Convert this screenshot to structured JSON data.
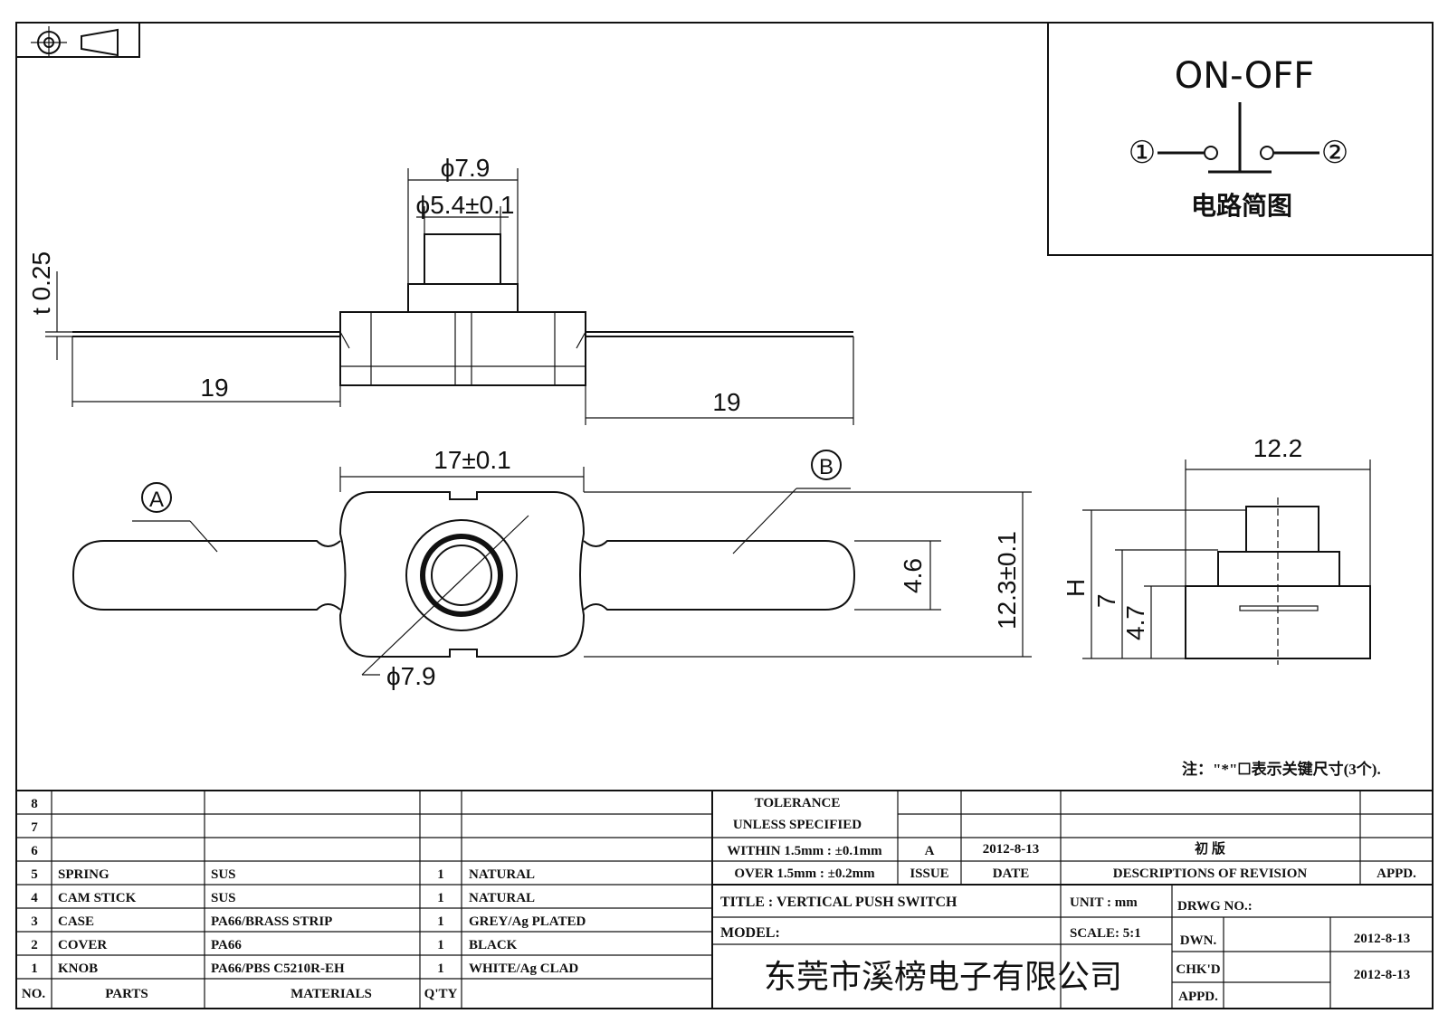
{
  "schematic": {
    "title": "ON-OFF",
    "pin1": "①",
    "pin2": "②",
    "caption": "电路简图"
  },
  "dims": {
    "phi79_top": "ϕ7.9",
    "phi54": "ϕ5.4±0.1",
    "t025": "t 0.25",
    "len_left": "19",
    "len_right": "19",
    "w17": "17±0.1",
    "h46": "4.6",
    "h123": "12.3±0.1",
    "phi79_bottom": "ϕ7.9",
    "w122": "12.2",
    "H": "H",
    "h7": "7",
    "h47": "4.7",
    "callout_a": "A",
    "callout_b": "B"
  },
  "note": "注：\"*\"☐表示关键尺寸(3个).",
  "parts": {
    "rows": [
      {
        "no": "8",
        "part": "",
        "material": "",
        "qty": "",
        "finish": ""
      },
      {
        "no": "7",
        "part": "",
        "material": "",
        "qty": "",
        "finish": ""
      },
      {
        "no": "6",
        "part": "",
        "material": "",
        "qty": "",
        "finish": ""
      },
      {
        "no": "5",
        "part": "SPRING",
        "material": "SUS",
        "qty": "1",
        "finish": "NATURAL"
      },
      {
        "no": "4",
        "part": "CAM STICK",
        "material": "SUS",
        "qty": "1",
        "finish": "NATURAL"
      },
      {
        "no": "3",
        "part": "CASE",
        "material": "PA66/BRASS STRIP",
        "qty": "1",
        "finish": "GREY/Ag PLATED"
      },
      {
        "no": "2",
        "part": "COVER",
        "material": "PA66",
        "qty": "1",
        "finish": "BLACK"
      },
      {
        "no": "1",
        "part": "KNOB",
        "material": "PA66/PBS C5210R-EH",
        "qty": "1",
        "finish": "WHITE/Ag CLAD"
      }
    ],
    "header_no": "NO.",
    "header_parts": "PARTS",
    "header_materials": "MATERIALS",
    "header_qty": "Q'TY"
  },
  "tolerance": {
    "line1": "TOLERANCE",
    "line2": "UNLESS  SPECIFIED",
    "line3": "WITHIN 1.5mm : ±0.1mm",
    "line4": "OVER 1.5mm : ±0.2mm"
  },
  "revision": {
    "issue": "A",
    "date": "2012-8-13",
    "description": "初  版",
    "h_issue": "ISSUE",
    "h_date": "DATE",
    "h_desc": "DESCRIPTIONS OF REVISION",
    "h_appd": "APPD."
  },
  "title_block": {
    "title": "TITLE :  VERTICAL PUSH SWITCH",
    "unit": "UNIT :  mm",
    "drwg_no": "DRWG NO.:",
    "model": "MODEL:",
    "scale": "SCALE:  5:1",
    "dwn": "DWN.",
    "dwn_date": "2012-8-13",
    "chkd": "CHK'D",
    "chkd_date": "2012-8-13",
    "appd": "APPD.",
    "company": "东莞市溪榜电子有限公司"
  }
}
